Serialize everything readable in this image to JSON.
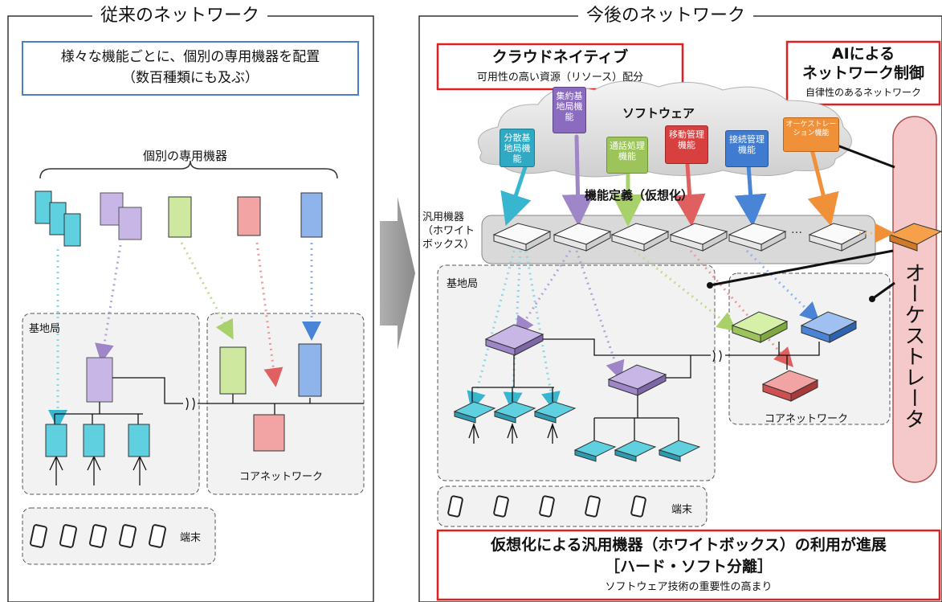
{
  "left": {
    "title": "従来のネットワーク",
    "note_line1": "様々な機能ごとに、個別の専用機器を配置",
    "note_line2": "（数百種類にも及ぶ）",
    "devices_label": "個別の専用機器",
    "base_station_label": "基地局",
    "core_label": "コアネットワーク",
    "terminal_label": "端末"
  },
  "right": {
    "title": "今後のネットワーク",
    "cloud_native_title": "クラウドネイティブ",
    "cloud_native_sub": "可用性の高い資源（リソース）配分",
    "ai_line1": "AIによる",
    "ai_line2": "ネットワーク制御",
    "ai_sub": "自律性のあるネットワーク",
    "software_label": "ソフトウェア",
    "functions": {
      "f1": "集約基地局機能",
      "f2": "分散基地局機能",
      "f3": "通話処理機能",
      "f4": "移動管理機能",
      "f5": "接続管理機能",
      "f6": "オーケストレーション機能"
    },
    "virtualization_label": "機能定義（仮想化）",
    "general_equipment_label": "汎用機器（ホワイトボックス）",
    "ellipsis": "…",
    "base_station_label": "基地局",
    "core_label": "コアネットワーク",
    "terminal_label": "端末",
    "orchestrator_label": "オーケストレータ",
    "bottom_line1": "仮想化による汎用機器（ホワイトボックス）の利用が進展",
    "bottom_line2": "［ハード・ソフト分離］",
    "bottom_sub": "ソフトウェア技術の重要性の高まり"
  },
  "colors": {
    "cyan": "#39b6cf",
    "purple": "#9f86c8",
    "green": "#a9d16b",
    "red": "#e06060",
    "blue": "#4a84d6",
    "orange": "#f0913a",
    "frame_red": "#e02020",
    "frame_blue": "#4a7fc1",
    "orchestrator_fill": "#f5c9c9"
  }
}
